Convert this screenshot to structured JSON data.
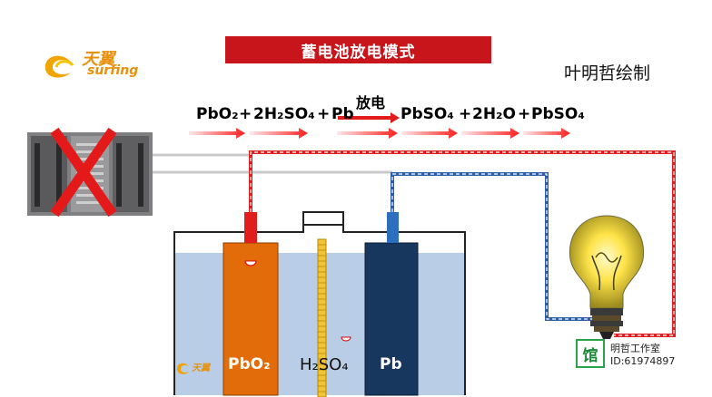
{
  "title": "蓄电池放电模式",
  "author": "叶明哲绘制",
  "logo": {
    "cn": "天翼",
    "en": "surfing"
  },
  "equation": {
    "left": [
      "PbO₂",
      "+",
      "2H₂SO₄",
      "+",
      "Pb"
    ],
    "condition": "放电",
    "right": [
      "PbSO₄",
      "+",
      "2H₂O",
      "+",
      "PbSO₄"
    ]
  },
  "electrodes": {
    "positive": "PbO₂",
    "negative": "Pb",
    "electrolyte": "H₂SO₄"
  },
  "studio": {
    "stamp": "馆",
    "name": "明哲工作室",
    "id": "ID:61974897"
  },
  "colors": {
    "banner": "#c8151c",
    "positive_plate": "#e36c0a",
    "negative_plate": "#17375e",
    "electrolyte": "#b7cde8",
    "red_wire": "#e02020",
    "blue_wire": "#2e5da8",
    "arrow": "#ff2020"
  }
}
